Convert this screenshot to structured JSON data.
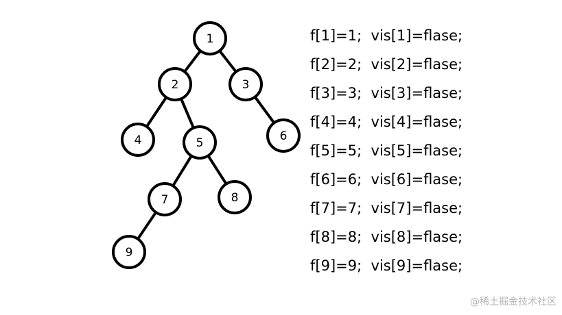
{
  "tree": {
    "nodes": [
      {
        "id": "1",
        "label": "1"
      },
      {
        "id": "2",
        "label": "2"
      },
      {
        "id": "3",
        "label": "3"
      },
      {
        "id": "4",
        "label": "4"
      },
      {
        "id": "5",
        "label": "5"
      },
      {
        "id": "6",
        "label": "6"
      },
      {
        "id": "7",
        "label": "7"
      },
      {
        "id": "8",
        "label": "8"
      },
      {
        "id": "9",
        "label": "9"
      }
    ],
    "edges": [
      [
        "1",
        "2"
      ],
      [
        "1",
        "3"
      ],
      [
        "2",
        "4"
      ],
      [
        "2",
        "5"
      ],
      [
        "3",
        "6"
      ],
      [
        "5",
        "7"
      ],
      [
        "5",
        "8"
      ],
      [
        "7",
        "9"
      ]
    ],
    "stroke_color": "#000000"
  },
  "code_lines": [
    "f[1]=1;  vis[1]=flase;",
    "f[2]=2;  vis[2]=flase;",
    "f[3]=3;  vis[3]=flase;",
    "f[4]=4;  vis[4]=flase;",
    "f[5]=5;  vis[5]=flase;",
    "f[6]=6;  vis[6]=flase;",
    "f[7]=7;  vis[7]=flase;",
    "f[8]=8;  vis[8]=flase;",
    "f[9]=9;  vis[9]=flase;"
  ],
  "watermark": "@稀土掘金技术社区"
}
